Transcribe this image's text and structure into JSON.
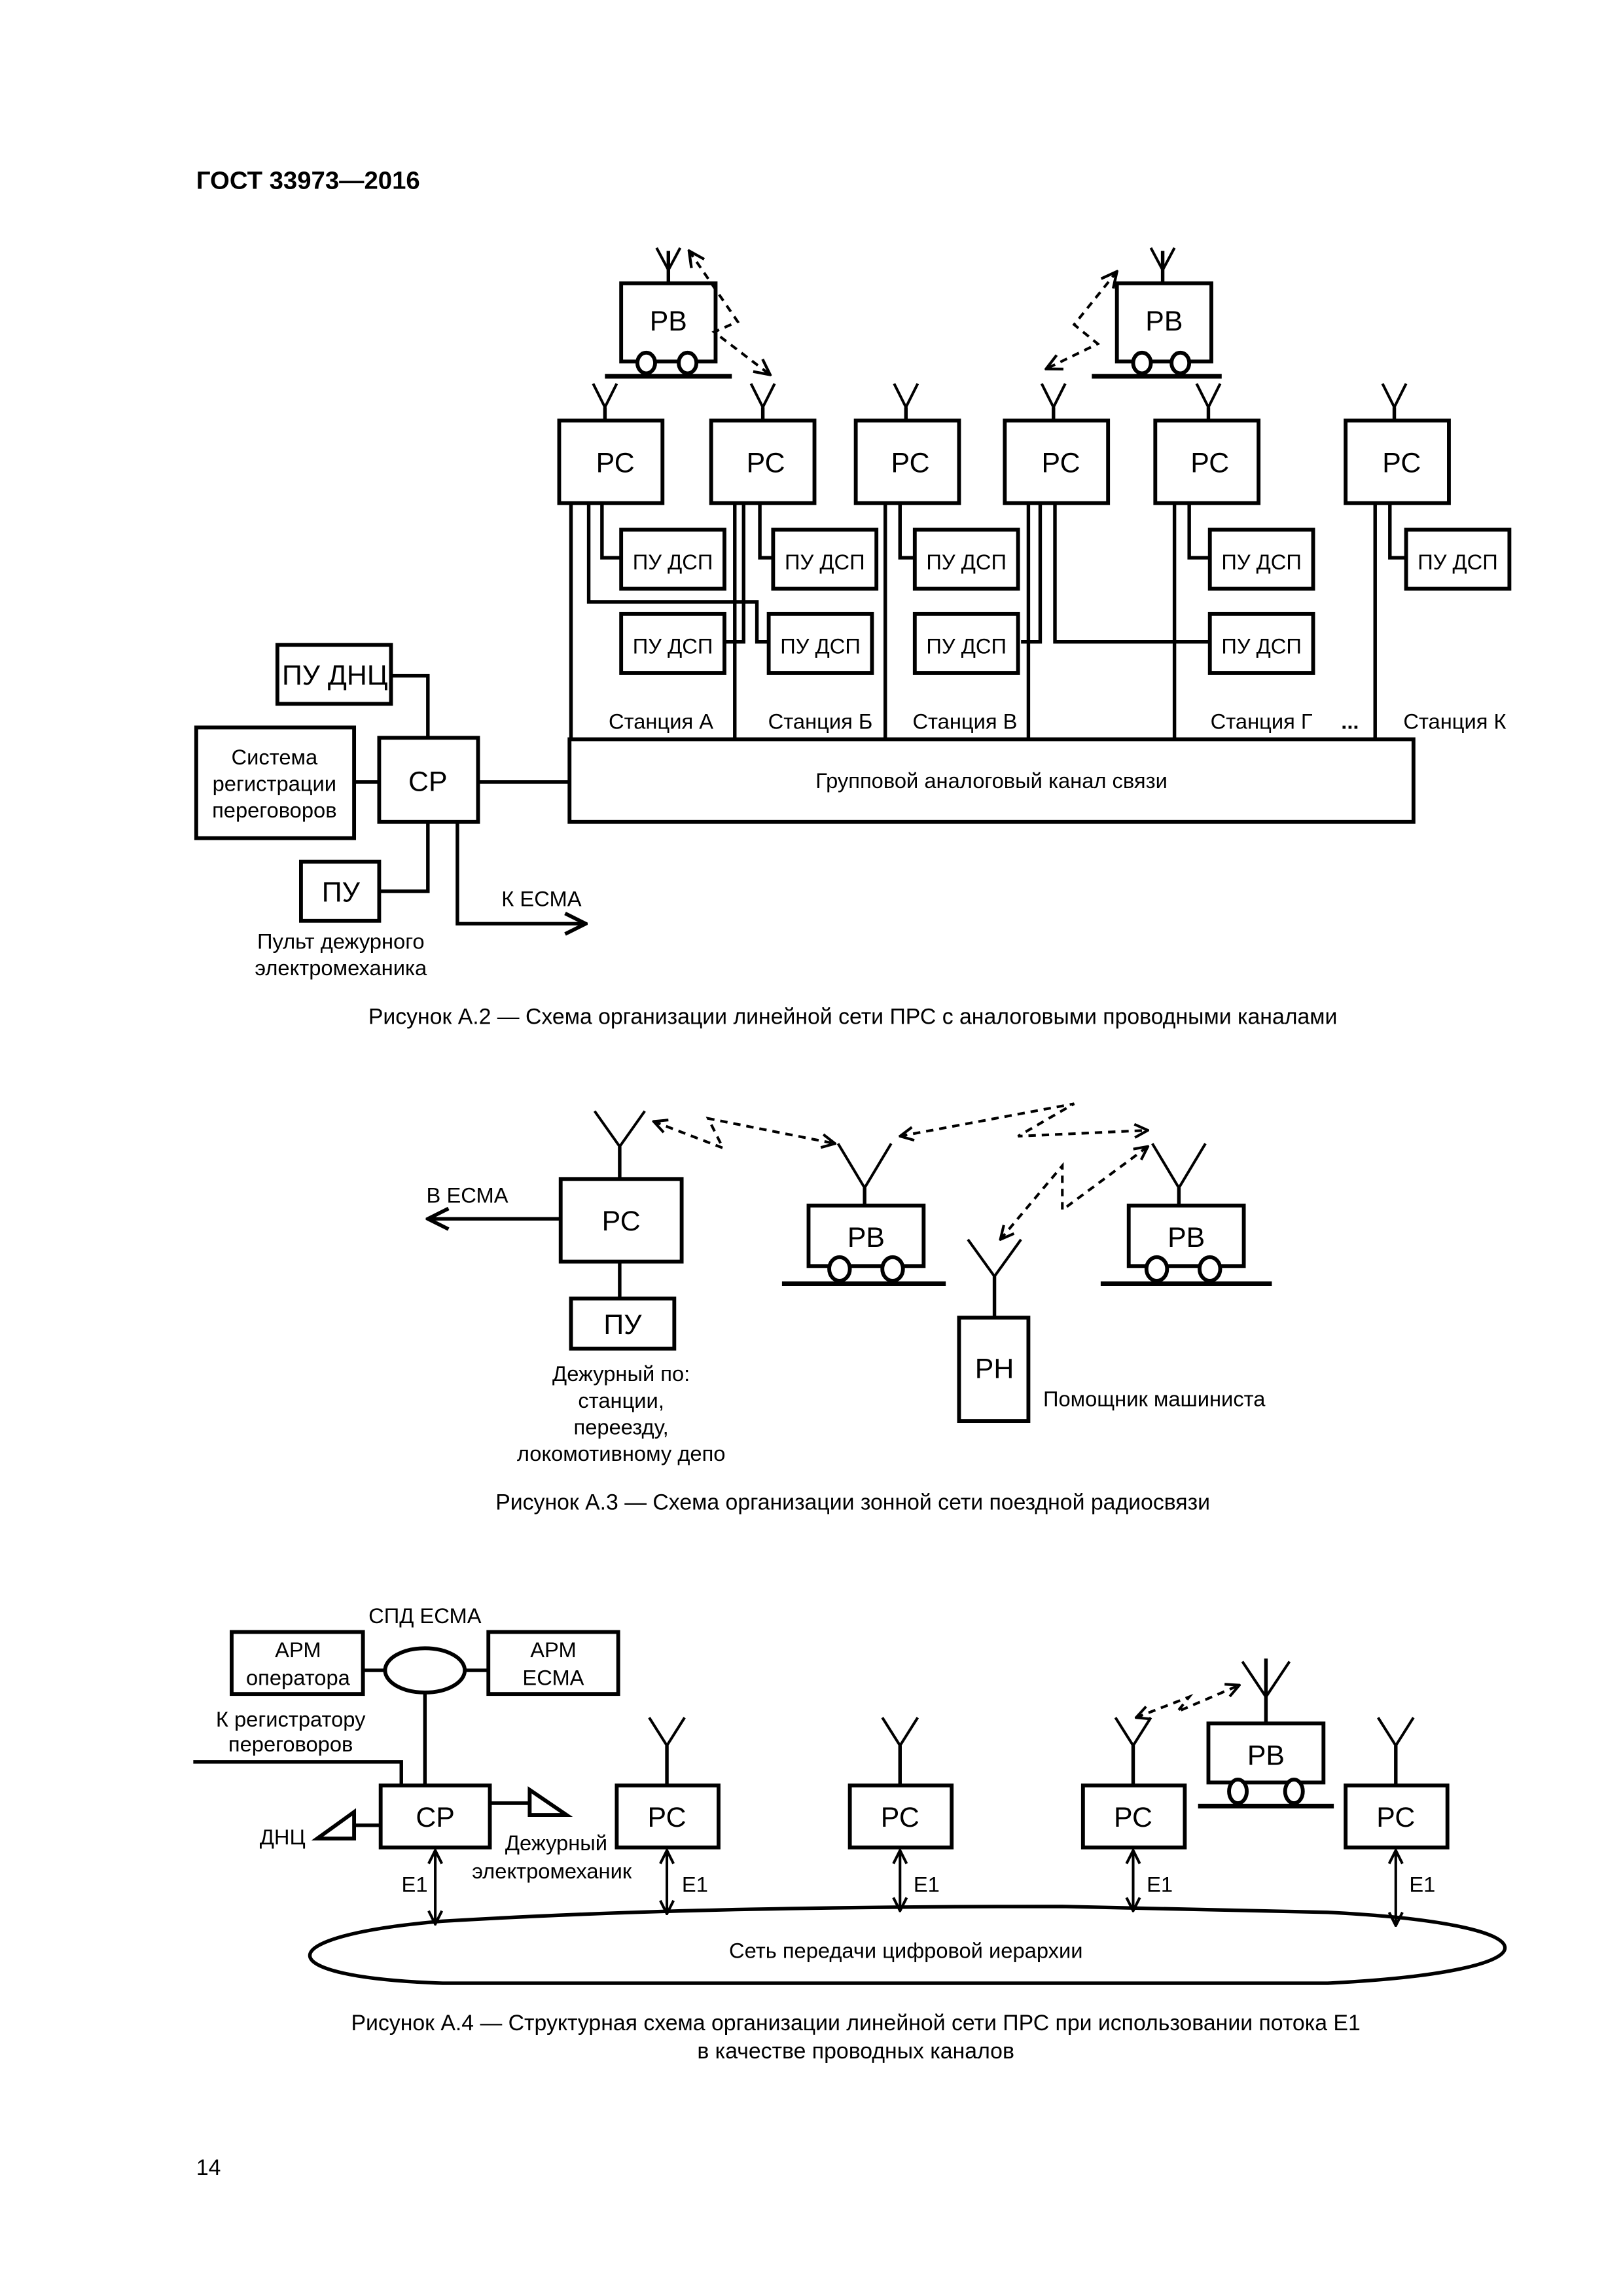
{
  "header": {
    "standard": "ГОСТ 33973—2016"
  },
  "page_number": "14",
  "figure_a2": {
    "caption": "Рисунок А.2 — Схема организации линейной сети ПРС с аналоговыми проводными каналами",
    "train_radio_label": "РВ",
    "station_radio_label": "РС",
    "dsp_panel_label": "ПУ ДСП",
    "dnc_panel_label": "ПУ ДНЦ",
    "recording_system_lines": [
      "Система",
      "регистрации",
      "переговоров"
    ],
    "connection_unit_label": "СР",
    "control_panel_label": "ПУ",
    "control_panel_caption_lines": [
      "Пульт дежурного",
      "электромеханика"
    ],
    "to_esma_label": "К ЕСМА",
    "group_channel_label": "Групповой аналоговый канал связи",
    "stations": [
      "Станция А",
      "Станция Б",
      "Станция В",
      "Станция Г",
      "Станция К"
    ],
    "ellipsis": "..."
  },
  "figure_a3": {
    "caption": "Рисунок А.3 — Схема организации зонной сети поездной радиосвязи",
    "to_esma_label": "В ЕСМА",
    "station_radio_label": "РС",
    "control_panel_label": "ПУ",
    "duty_caption_lines": [
      "Дежурный по:",
      "станции,",
      "переезду,",
      "локомотивному депо"
    ],
    "train_radio_label": "РВ",
    "portable_radio_label": "РН",
    "assistant_label": "Помощник машиниста"
  },
  "figure_a4": {
    "caption_lines": [
      "Рисунок А.4 — Структурная схема организации линейной сети ПРС при использовании потока Е1",
      "в качестве проводных каналов"
    ],
    "spd_label": "СПД ЕСМА",
    "arm_operator_lines": [
      "АРМ",
      "оператора"
    ],
    "arm_esma_lines": [
      "АРМ",
      "ЕСМА"
    ],
    "to_recorder_lines": [
      "К регистратору",
      "переговоров"
    ],
    "connection_unit_label": "СР",
    "dnc_label": "ДНЦ",
    "electromechanic_lines": [
      "Дежурный",
      "электромеханик"
    ],
    "station_radio_label": "РС",
    "train_radio_label": "РВ",
    "e1_label": "Е1",
    "network_label": "Сеть передачи цифровой иерархии"
  }
}
